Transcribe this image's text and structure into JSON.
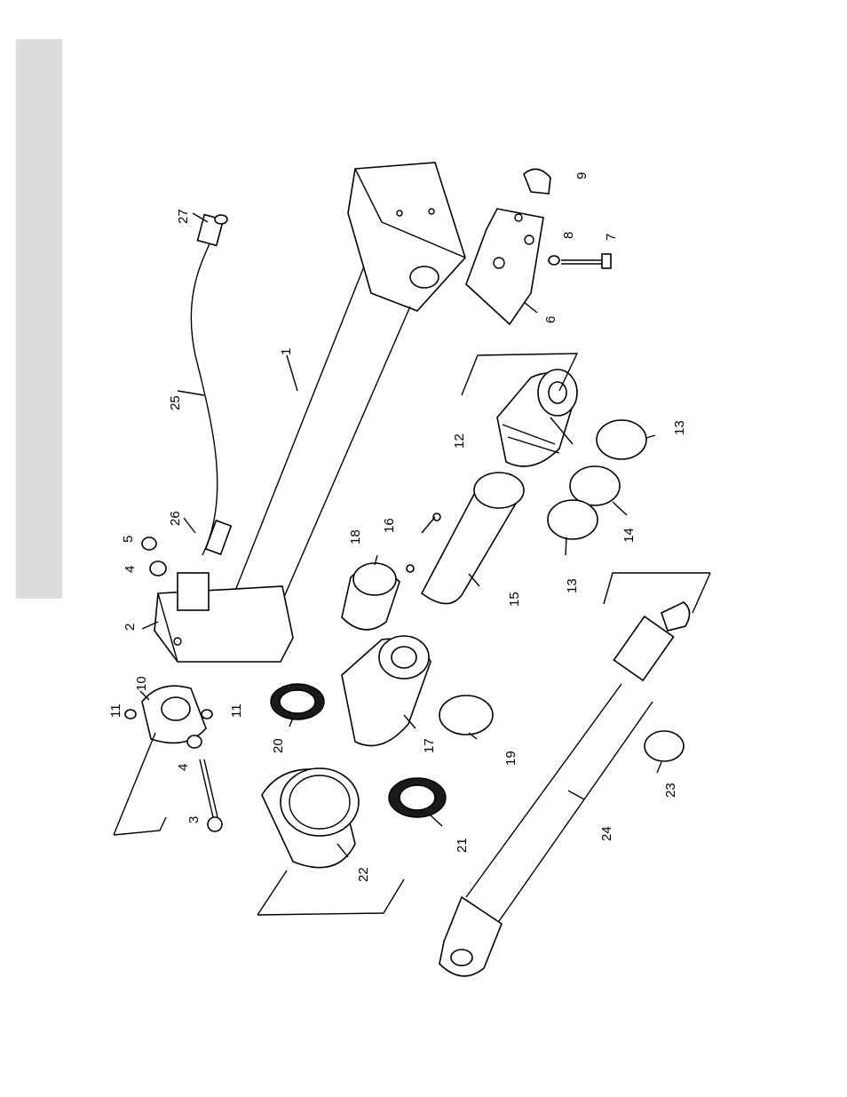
{
  "figure": {
    "callouts": [
      {
        "id": "c1",
        "text": "1"
      },
      {
        "id": "c2",
        "text": "2"
      },
      {
        "id": "c3",
        "text": "3"
      },
      {
        "id": "c4a",
        "text": "4"
      },
      {
        "id": "c4b",
        "text": "4"
      },
      {
        "id": "c5",
        "text": "5"
      },
      {
        "id": "c6",
        "text": "6"
      },
      {
        "id": "c7",
        "text": "7"
      },
      {
        "id": "c8",
        "text": "8"
      },
      {
        "id": "c9",
        "text": "9"
      },
      {
        "id": "c10",
        "text": "10"
      },
      {
        "id": "c11a",
        "text": "11"
      },
      {
        "id": "c11b",
        "text": "11"
      },
      {
        "id": "c12",
        "text": "12"
      },
      {
        "id": "c13a",
        "text": "13"
      },
      {
        "id": "c13b",
        "text": "13"
      },
      {
        "id": "c14",
        "text": "14"
      },
      {
        "id": "c15",
        "text": "15"
      },
      {
        "id": "c16",
        "text": "16"
      },
      {
        "id": "c17",
        "text": "17"
      },
      {
        "id": "c18",
        "text": "18"
      },
      {
        "id": "c19",
        "text": "19"
      },
      {
        "id": "c20",
        "text": "20"
      },
      {
        "id": "c21",
        "text": "21"
      },
      {
        "id": "c22",
        "text": "22"
      },
      {
        "id": "c23",
        "text": "23"
      },
      {
        "id": "c24",
        "text": "24"
      },
      {
        "id": "c25",
        "text": "25"
      },
      {
        "id": "c26",
        "text": "26"
      },
      {
        "id": "c27",
        "text": "27"
      }
    ]
  }
}
